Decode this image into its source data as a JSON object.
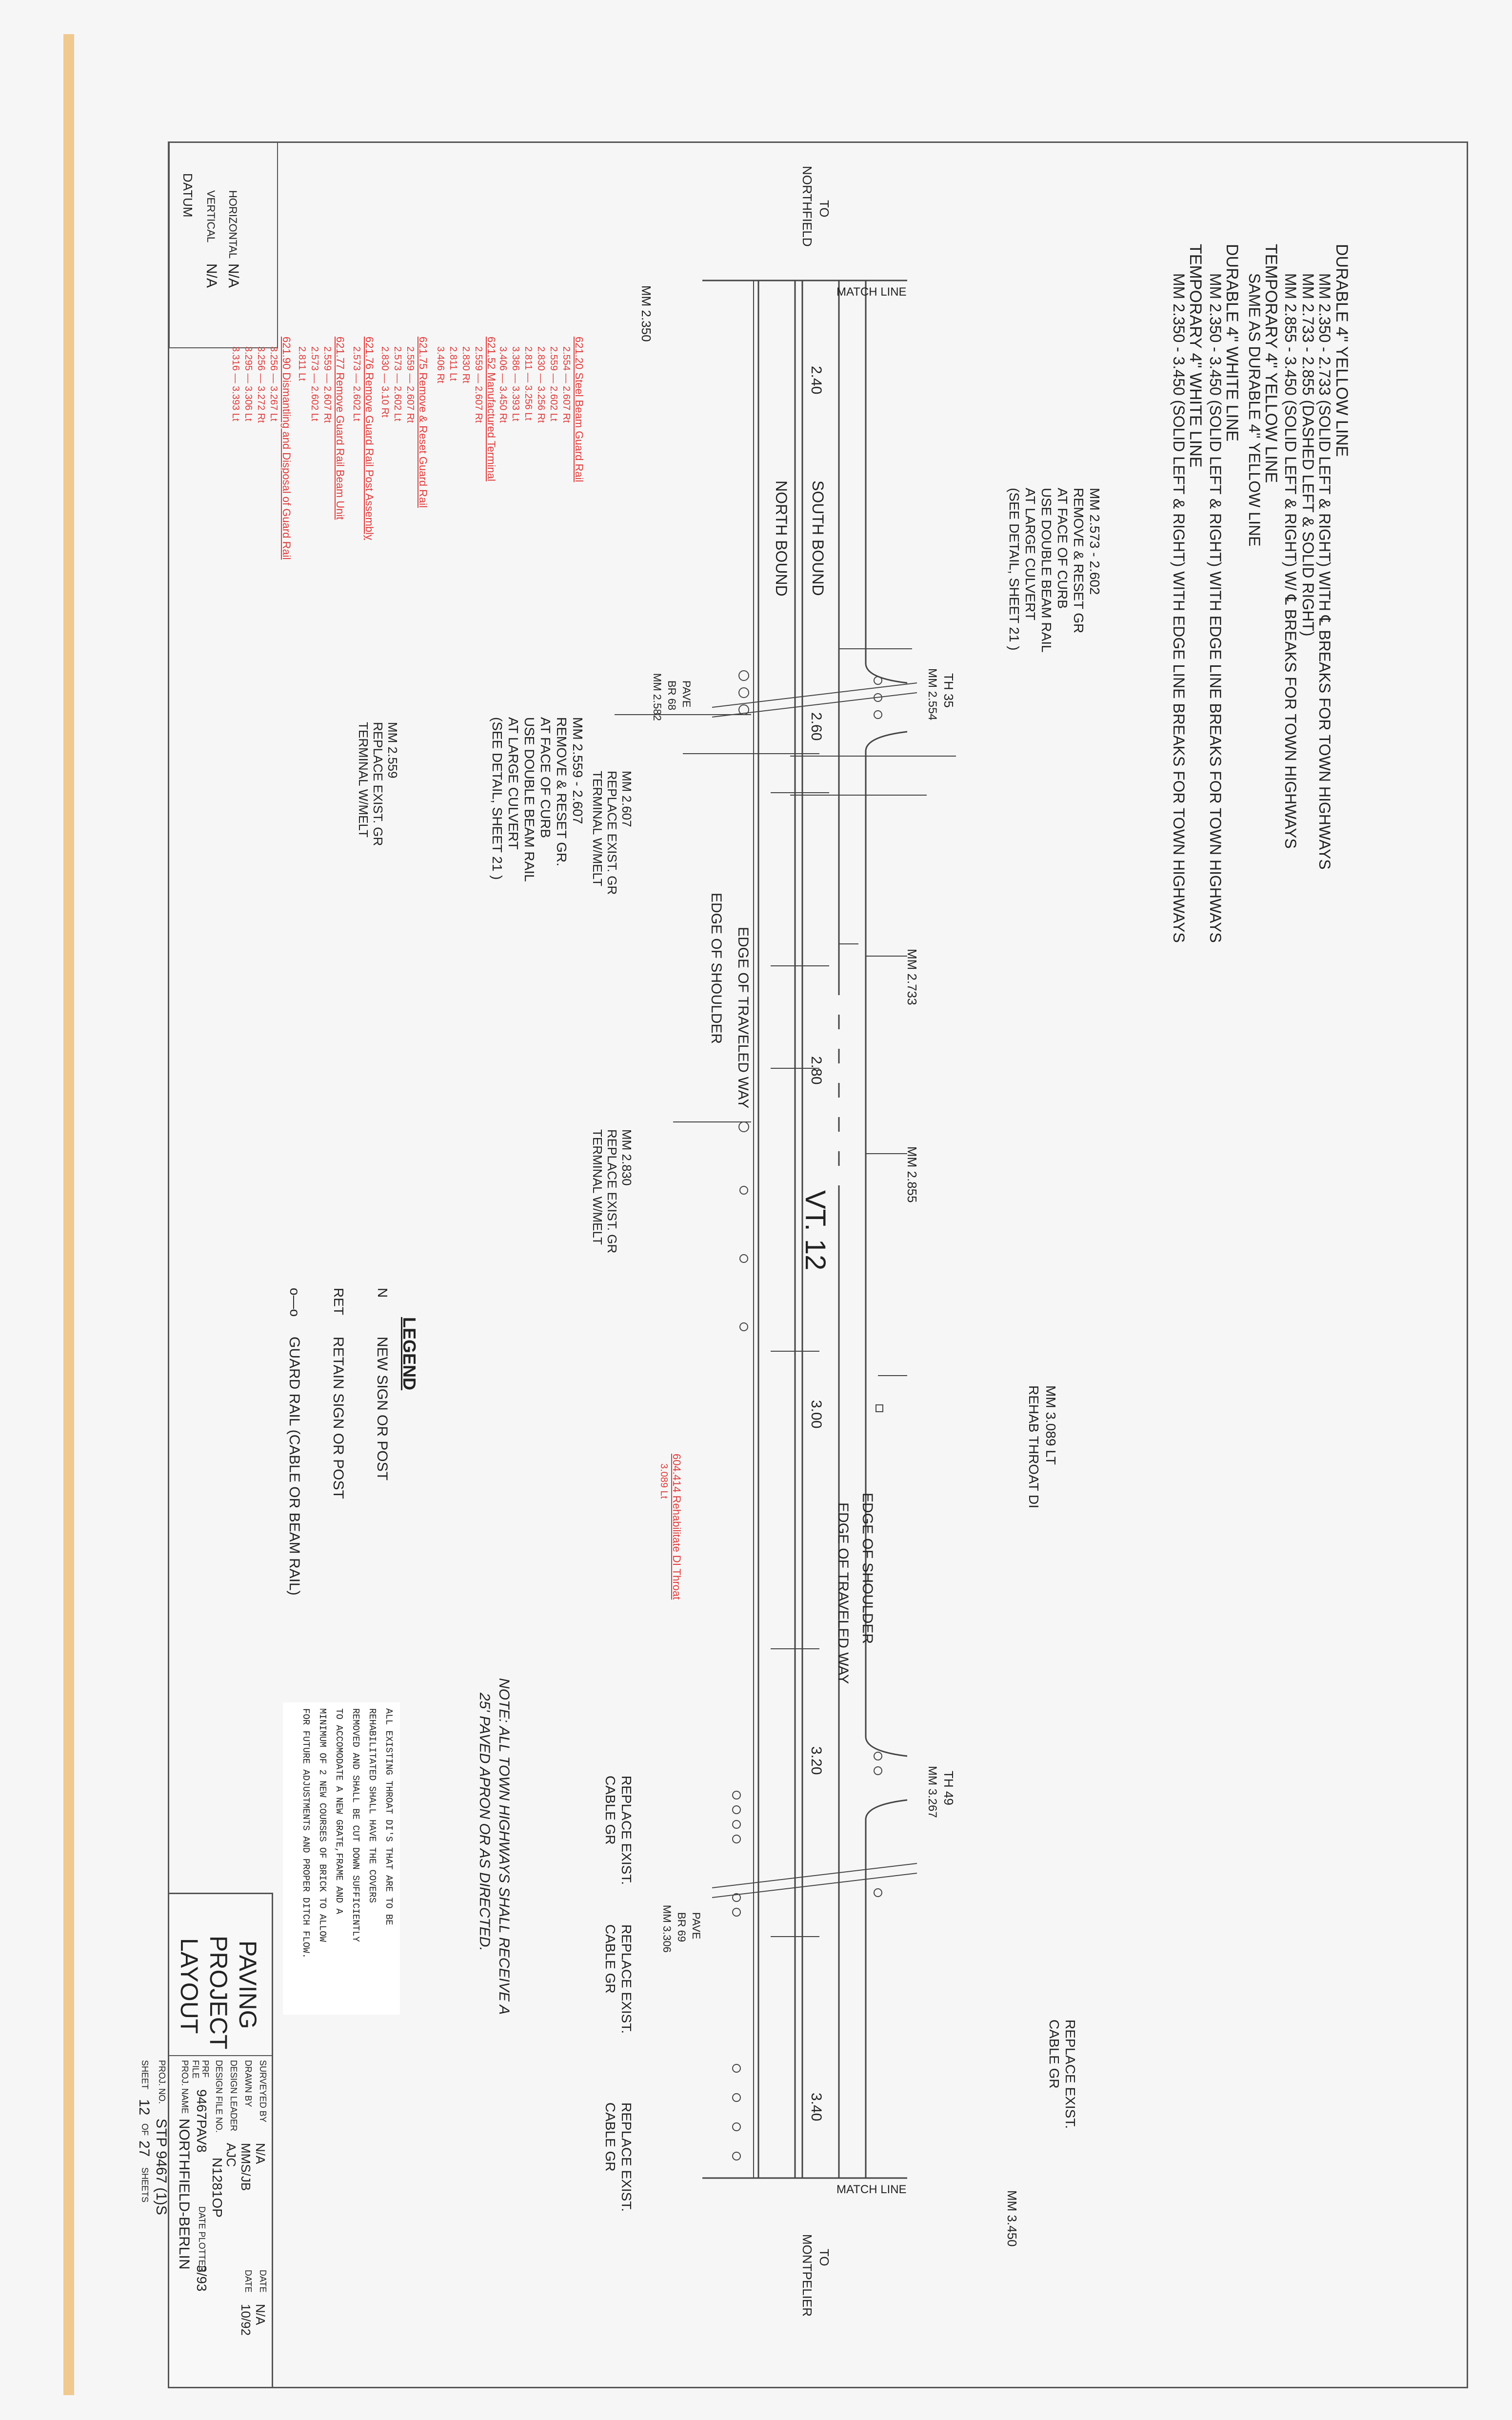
{
  "notes_top": {
    "l1": "DURABLE 4\" YELLOW LINE",
    "l2": "MM 2.350 - 2.733 (SOLID LEFT & RIGHT) WITH ℄ BREAKS FOR TOWN HIGHWAYS",
    "l3": "MM 2.733 - 2.855 (DASHED LEFT & SOLID RIGHT)",
    "l4": "MM 2.855 - 3.450 (SOLID LEFT & RIGHT) W/ ℄ BREAKS FOR TOWN HIGHWAYS",
    "l5": "TEMPORARY 4\" YELLOW LINE",
    "l6": "SAME AS DURABLE 4\" YELLOW LINE",
    "l7": "DURABLE 4\" WHITE LINE",
    "l8": "MM 2.350 - 3.450 (SOLID LEFT & RIGHT) WITH EDGE LINE BREAKS FOR TOWN HIGHWAYS",
    "l9": "TEMPORARY 4\" WHITE LINE",
    "l10": "MM 2.350 - 3.450 (SOLID LEFT & RIGHT) WITH EDGE LINE BREAKS FOR TOWN HIGHWAYS"
  },
  "datum": {
    "title": "DATUM",
    "vertical": "VERTICAL",
    "vertical_val": "N/A",
    "horizontal": "HORIZONTAL",
    "horizontal_val": "N/A"
  },
  "road": {
    "to_left": "TO",
    "to_left_2": "NORTHFIELD",
    "to_right": "TO",
    "to_right_2": "MONTPELIER",
    "match_left": "MATCH LINE",
    "match_right": "MATCH LINE",
    "mm_start": "MM 2.350",
    "mm_end": "MM 3.450",
    "south": "SOUTH BOUND",
    "north": "NORTH BOUND",
    "route": "VT. 12",
    "edge_shoulder_1": "EDGE OF SHOULDER",
    "edge_traveled_1": "EDGE OF TRAVELED WAY",
    "edge_shoulder_2": "EDGE OF SHOULDER",
    "edge_traveled_2": "EDGE OF TRAVELED WAY",
    "st_240": "2.40",
    "st_260": "2.60",
    "st_280": "2.80",
    "st_300": "3.00",
    "st_320": "3.20",
    "st_340": "3.40",
    "mm_2733": "MM 2.733",
    "mm_2855": "MM 2.855",
    "rehab": "MM 3.089 LT",
    "rehab_2": "REHAB THROAT DI",
    "th35": "TH 35",
    "th35_mm": "MM 2.554",
    "th49": "TH 49",
    "th49_mm": "MM 3.267",
    "br68": "PAVE",
    "br68_b": "BR 68",
    "br68_mm": "MM 2.582",
    "br69": "PAVE",
    "br69_b": "BR 69",
    "br69_mm": "MM 3.306"
  },
  "callouts": {
    "c1": [
      "MM 2.573 - 2.602",
      "REMOVE & RESET GR",
      "AT FACE OF CURB",
      "USE DOUBLE BEAM RAIL",
      "AT LARGE CULVERT",
      "(SEE DETAIL, SHEET 21 )"
    ],
    "c2": [
      "MM 2.559 - 2.607",
      "REMOVE & RESET GR.",
      "AT FACE OF CURB",
      "USE DOUBLE BEAM RAIL",
      "AT LARGE CULVERT",
      "(SEE DETAIL, SHEET 21 )"
    ],
    "c3": [
      "MM 2.607",
      "REPLACE EXIST. GR",
      "TERMINAL W/MELT"
    ],
    "c4": [
      "MM 2.559",
      "REPLACE EXIST. GR",
      "TERMINAL W/MELT"
    ],
    "c5": [
      "MM 2.830",
      "REPLACE EXIST. GR",
      "TERMINAL W/MELT"
    ],
    "c6": [
      "REPLACE EXIST.",
      "CABLE GR"
    ],
    "c7": [
      "REPLACE EXIST.",
      "CABLE GR"
    ],
    "c8": [
      "REPLACE EXIST.",
      "CABLE GR"
    ],
    "c9": [
      "REPLACE EXIST.",
      "CABLE GR"
    ]
  },
  "legend": {
    "title": "LEGEND",
    "n_sym": "N",
    "n_txt": "NEW SIGN OR POST",
    "ret_sym": "RET",
    "ret_txt": "RETAIN SIGN OR POST",
    "gr_sym": "o—o",
    "gr_txt": "GUARD RAIL (CABLE OR BEAM RAIL)"
  },
  "note_box": [
    "ALL EXISTING THROAT DI'S THAT ARE TO BE",
    "REHABILITATED SHALL HAVE THE COVERS",
    "REMOVED AND SHALL BE CUT DOWN SUFFICIENTLY",
    "TO ACCOMODATE A NEW GRATE,FRAME AND A",
    "MINIMUM OF 2 NEW COURSES OF BRICK TO ALLOW",
    "FOR FUTURE ADJUSTMENTS AND PROPER DITCH FLOW."
  ],
  "hand_note": [
    "NOTE: ALL TOWN HIGHWAYS SHALL RECEIVE A",
    "25' PAVED APRON OR AS DIRECTED."
  ],
  "red_notes": {
    "g1": [
      "621.20 Steel Beam Guard Rail",
      "2.554 — 2.607 Rt",
      "2.559 — 2.602 Lt",
      "2.830 — 3.256 Rt",
      "2.811 — 3.256 Lt",
      "3.386 — 3.393 Lt",
      "3.406 — 3.450 Rt"
    ],
    "g2": [
      "621.52 Manufactured Terminal",
      "2.559 — 2.607 Rt",
      "2.830 Rt",
      "2.811 Lt",
      "3.406 Rt"
    ],
    "g3": [
      "621.75 Remove & Reset Guard Rail",
      "2.559 — 2.607 Rt",
      "2.573 — 2.602 Lt",
      "2.830 — 3.10 Rt"
    ],
    "g4": [
      "621.76 Remove Guard Rail Post Assembly",
      "2.573 — 2.602 Lt"
    ],
    "g5": [
      "621.77 Remove Guard Rail Beam Unit",
      "2.559 — 2.607 Rt",
      "2.573 — 2.602 Lt",
      "2.811 Lt"
    ],
    "g6": [
      "621.90 Dismantling and Disposal of Guard Rail",
      "3.256 — 3.267 Lt",
      "3.256 — 3.272 Rt",
      "3.295 — 3.306 Lt",
      "3.316 — 3.393 Lt"
    ],
    "g7": [
      "604.414 Rehabilitate DI Throat",
      "3.089 Lt"
    ]
  },
  "title_block": {
    "title1": "PAVING",
    "title2": "PROJECT",
    "title3": "LAYOUT",
    "surveyed_by": "SURVEYED BY",
    "surveyed_val": "N/A",
    "date_lbl": "DATE",
    "date_val": "N/A",
    "drawn_by": "DRAWN BY",
    "drawn_val": "MMS/JB",
    "date2_lbl": "DATE",
    "date2_val": "10/92",
    "design_leader": "DESIGN LEADER",
    "design_val": "AJC",
    "design_file": "DESIGN FILE NO.",
    "design_file_val": "N1281OP",
    "prf_lbl": "PRF",
    "prf_val": "9467PAV8",
    "file_lbl": "FILE",
    "plotted_lbl": "DATE PLOTTED",
    "plotted_val": "3/93",
    "proj_name_lbl": "PROJ. NAME",
    "proj_name_val": "NORTHFIELD-BERLIN",
    "proj_no_lbl": "PROJ. NO.",
    "proj_no_val": "STP 9467 (1)S",
    "sheet_lbl": "SHEET",
    "sheet_val": "12",
    "of_lbl": "OF",
    "of_val": "27",
    "sheets_lbl": "SHEETS"
  }
}
